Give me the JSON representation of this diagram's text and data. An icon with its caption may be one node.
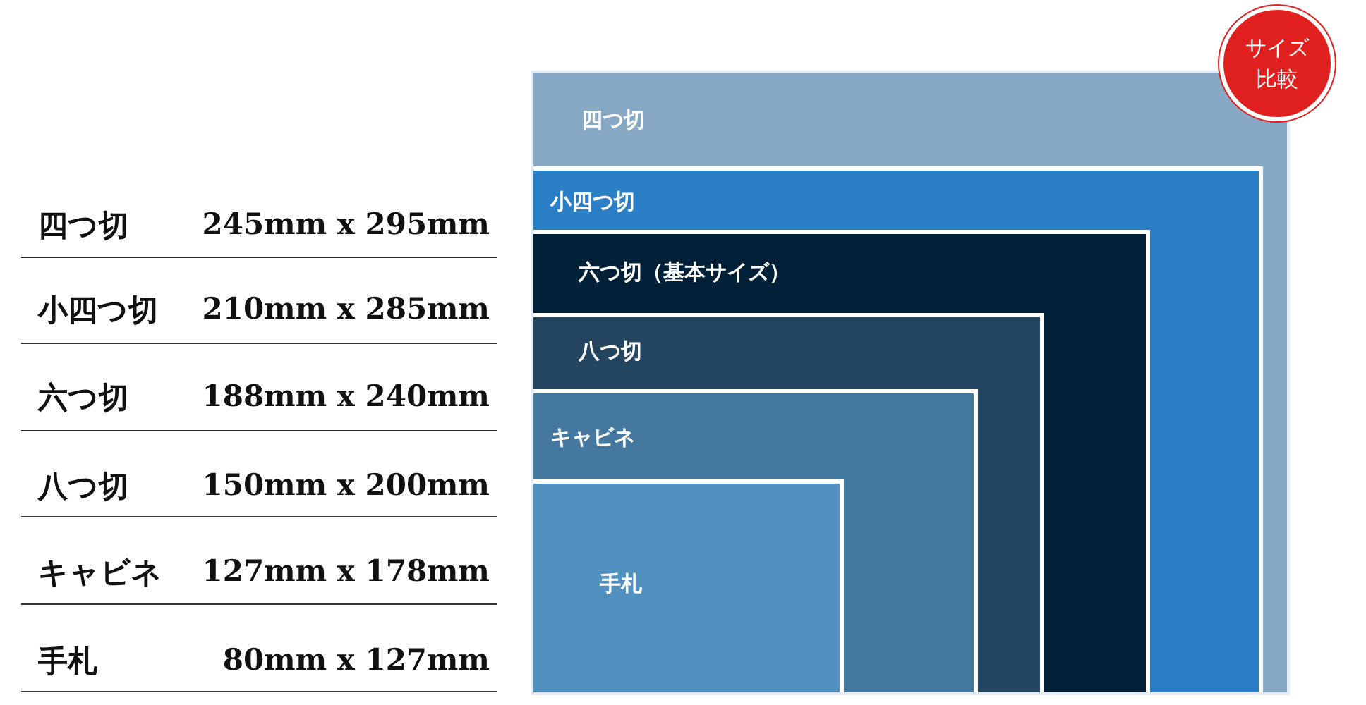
{
  "diagram": {
    "nodes": [
      {
        "text": [
          "四つ切"
        ]
      },
      {
        "text": [
          "小四つ切"
        ],
        "in": 0
      },
      {
        "text": [
          "六つ切（基本サイズ）"
        ],
        "in": 1
      },
      {
        "text": [
          "八つ切"
        ],
        "in": 2
      },
      {
        "text": [
          "キャビネ"
        ],
        "in": 3
      },
      {
        "text": [
          "手札"
        ],
        "in": 4
      },
      {
        "text": [
          "サイズ比較"
        ]
      }
    ],
    "labels": [
      "四つ切",
      "245mm x 295mm",
      "小四つ切",
      "210mm x 285mm",
      "六つ切",
      "188mm x 240mm",
      "八つ切",
      "150mm x 200mm",
      "キャビネ",
      "127mm x 178mm",
      "手札",
      "80mm x 127mm"
    ]
  }
}
